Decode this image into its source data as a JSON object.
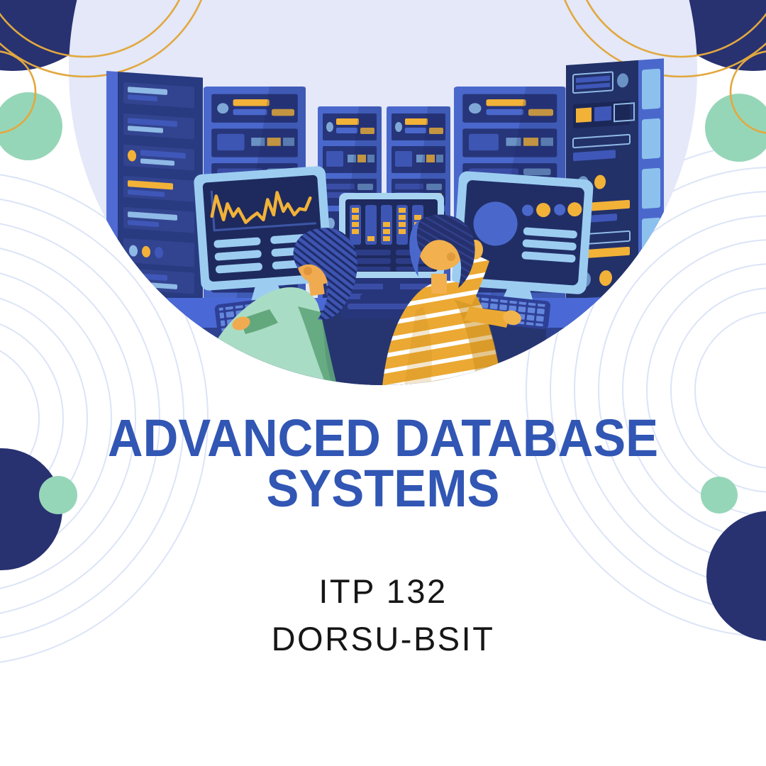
{
  "title": {
    "text": "ADVANCED DATABASE SYSTEMS",
    "color": "#3156b4"
  },
  "subtitle": {
    "course_code": "ITP 132",
    "program": "DORSU-BSIT",
    "color": "#161616"
  },
  "palette": {
    "navy": "#283271",
    "mint": "#96d6b8",
    "gold": "#e2a83f",
    "lavender": "#e4e8f8",
    "ring": "#dce4f7",
    "illustration_blue": "#4a68cc",
    "panel_dark": "#27357a",
    "accent_yellow": "#f2b238",
    "screen_navy": "#1e2a5e",
    "monitor_frame": "#9ccdf1",
    "shirt_mint": "#a9dcc4",
    "shirt_gold": "#eba832",
    "skin": "#f0ab51"
  },
  "illustration": {
    "name": "server-room-analysts-illustration"
  }
}
